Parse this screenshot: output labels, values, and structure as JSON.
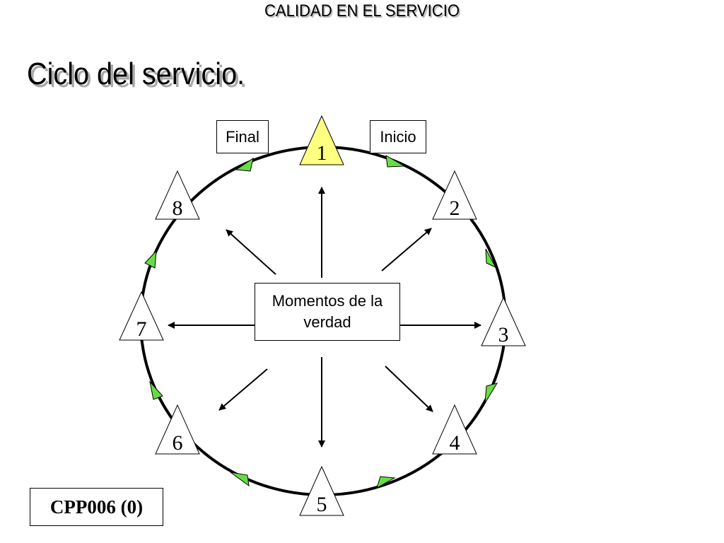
{
  "header": {
    "text": "CALIDAD EN EL SERVICIO"
  },
  "title": {
    "text": "Ciclo del servicio."
  },
  "labels": {
    "final": "Final",
    "inicio": "Inicio"
  },
  "center": {
    "line1": "Momentos de la",
    "line2": "verdad"
  },
  "code": {
    "text": "CPP006 (0)"
  },
  "nodes": [
    {
      "label": "1",
      "color": "#ffff80"
    },
    {
      "label": "2",
      "color": "#ffffff"
    },
    {
      "label": "3",
      "color": "#ffffff"
    },
    {
      "label": "4",
      "color": "#ffffff"
    },
    {
      "label": "5",
      "color": "#ffffff"
    },
    {
      "label": "6",
      "color": "#ffffff"
    },
    {
      "label": "7",
      "color": "#ffffff"
    },
    {
      "label": "8",
      "color": "#ffffff"
    }
  ],
  "colors": {
    "flow_arrow": "#66dd44",
    "line": "#000000"
  }
}
